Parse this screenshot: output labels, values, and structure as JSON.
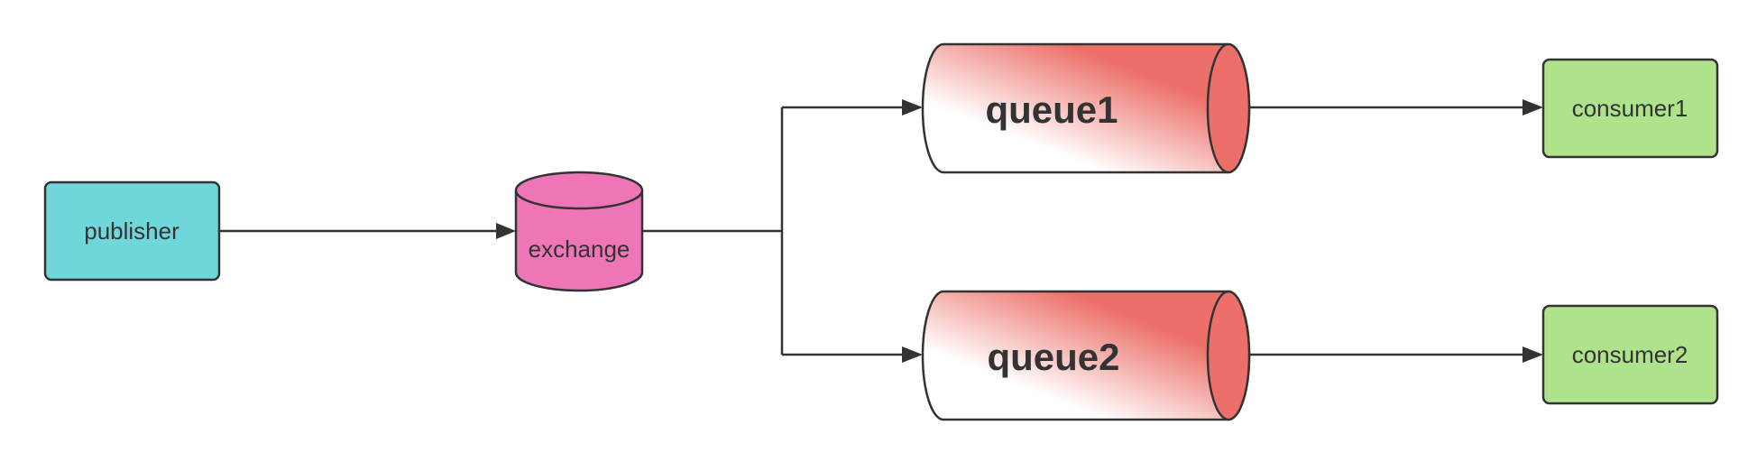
{
  "diagram": {
    "nodes": {
      "publisher": {
        "label": "publisher",
        "shape": "rounded-rect",
        "fill": "#6fd6d9"
      },
      "exchange": {
        "label": "exchange",
        "shape": "cylinder",
        "fill": "#ee76b8"
      },
      "queue1": {
        "label": "queue1",
        "shape": "horizontal-cylinder",
        "fill": "#ec7069"
      },
      "queue2": {
        "label": "queue2",
        "shape": "horizontal-cylinder",
        "fill": "#ec7069"
      },
      "consumer1": {
        "label": "consumer1",
        "shape": "rounded-rect",
        "fill": "#aee38c"
      },
      "consumer2": {
        "label": "consumer2",
        "shape": "rounded-rect",
        "fill": "#aee38c"
      }
    },
    "edges": [
      {
        "from": "publisher",
        "to": "exchange"
      },
      {
        "from": "exchange",
        "to": "queue1"
      },
      {
        "from": "exchange",
        "to": "queue2"
      },
      {
        "from": "queue1",
        "to": "consumer1"
      },
      {
        "from": "queue2",
        "to": "consumer2"
      }
    ],
    "colors": {
      "stroke": "#333333",
      "text": "#333333"
    }
  }
}
